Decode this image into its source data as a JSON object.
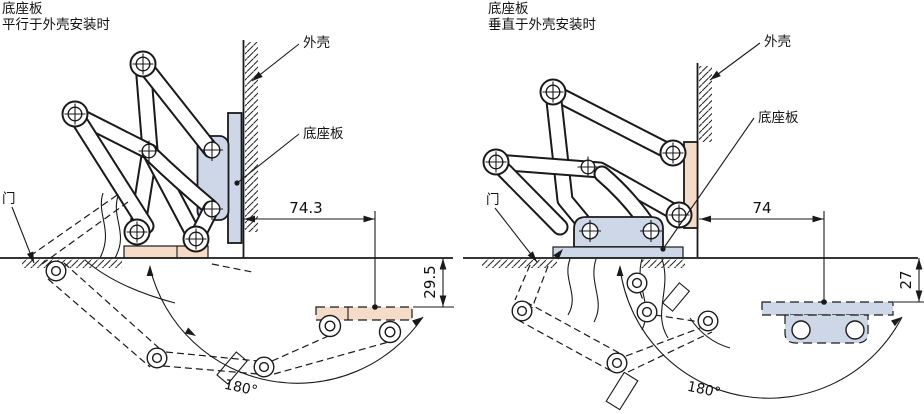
{
  "diagrams": [
    {
      "title_line1": "底座板",
      "title_line2": "平行于外壳安装时",
      "labels": {
        "housing": "外壳",
        "base_plate": "底座板",
        "door": "门"
      },
      "dims": {
        "offset_h": "74.3",
        "offset_v": "29.5",
        "swing": "180°"
      }
    },
    {
      "title_line1": "底座板",
      "title_line2": "垂直于外壳安装时",
      "labels": {
        "housing": "外壳",
        "base_plate": "底座板",
        "door": "门"
      },
      "dims": {
        "offset_h": "74",
        "offset_v": "27",
        "swing": "180°"
      }
    }
  ],
  "colors": {
    "plate_blue": "#cdd7e7",
    "plate_pink": "#f4dcc8",
    "line_black": "#1a1a1a"
  }
}
